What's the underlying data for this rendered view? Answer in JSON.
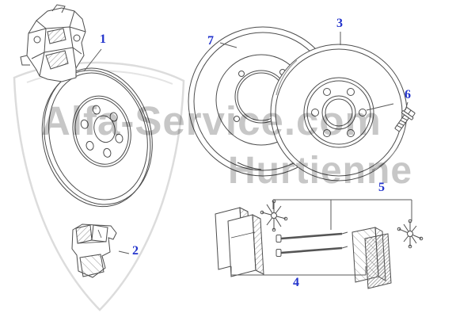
{
  "watermark": {
    "line1": "Alfa-Service.com",
    "line2": "Hurtienne"
  },
  "labels": {
    "1": "1",
    "2": "2",
    "3": "3",
    "4": "4",
    "5": "5",
    "6": "6",
    "7": "7"
  },
  "colors": {
    "label-color": "#2233cc",
    "line-color": "#4d4d4d",
    "watermark-color": "#c7c7c7"
  }
}
